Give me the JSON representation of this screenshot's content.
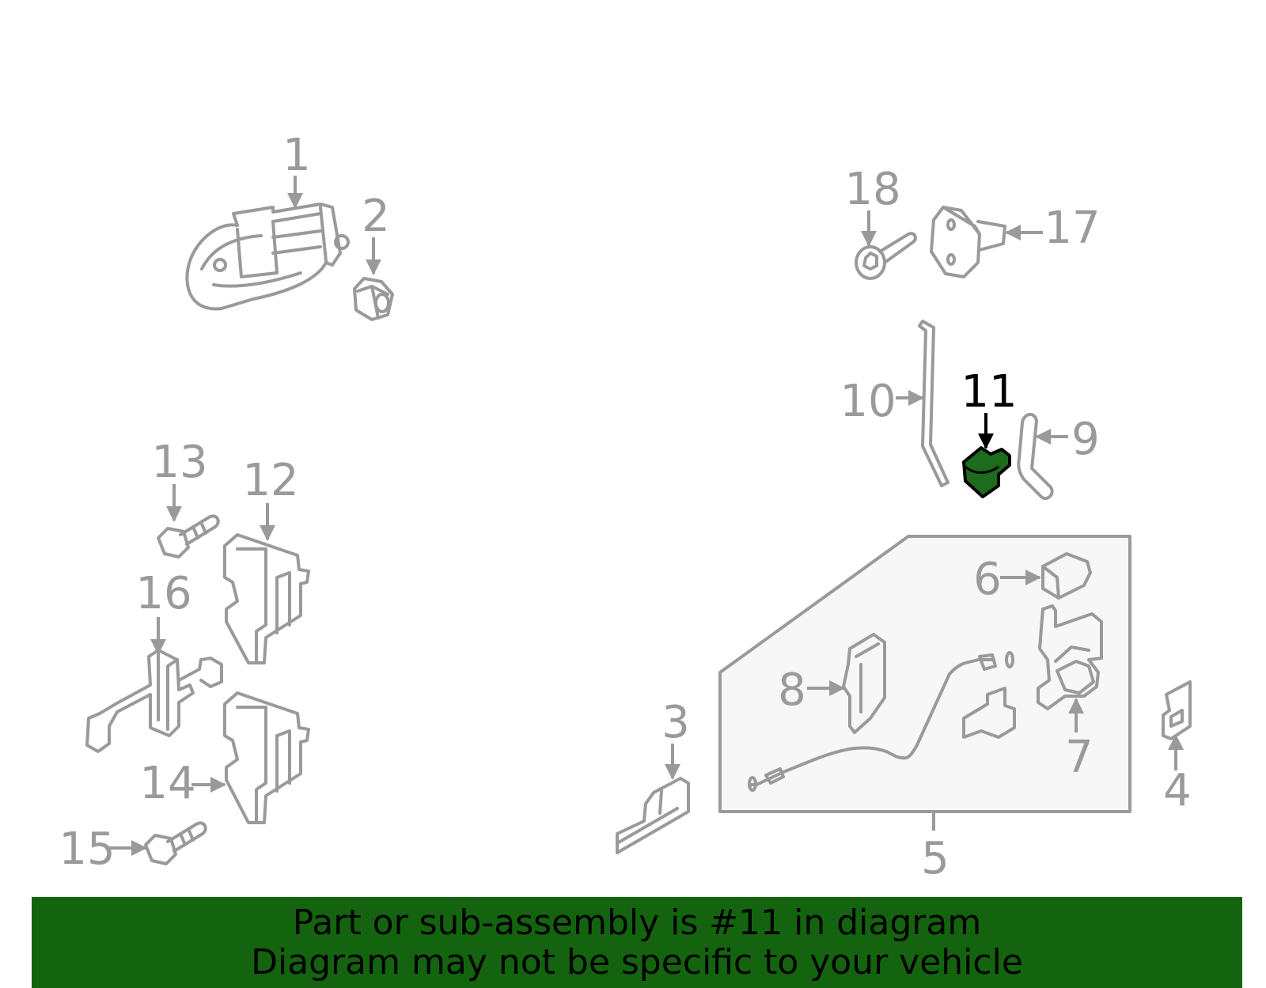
{
  "colors": {
    "part_stroke": "#9a9a9a",
    "highlight_fill": "#1d6b1d",
    "banner_bg": "#14630f",
    "box_fill": "#f7f7f7"
  },
  "callouts": {
    "c1": "1",
    "c2": "2",
    "c3": "3",
    "c4": "4",
    "c5": "5",
    "c6": "6",
    "c7": "7",
    "c8": "8",
    "c9": "9",
    "c10": "10",
    "c11": "11",
    "c12": "12",
    "c13": "13",
    "c14": "14",
    "c15": "15",
    "c16": "16",
    "c17": "17",
    "c18": "18"
  },
  "highlighted_part": "11",
  "banner": {
    "line1": "Part or sub-assembly is #11 in diagram",
    "line2": "Diagram may not be specific to your vehicle"
  }
}
